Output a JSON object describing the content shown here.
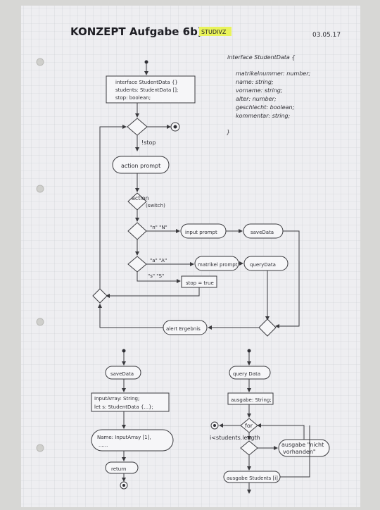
{
  "header": {
    "title": "KONZEPT Aufgabe 6b)",
    "tag": "STUDIVZ",
    "date": "03.05.17"
  },
  "interface_box": {
    "header": "interface StudentData {",
    "lines": [
      "matrikelnummer: number;",
      "name: string;",
      "vorname: string;",
      "alter: number;",
      "geschlecht: boolean;",
      "kommentar: string;"
    ],
    "close": "}"
  },
  "main_flow": {
    "init_lines": [
      "interface StudentData {}",
      "students: StudentData [];",
      "stop: boolean;"
    ],
    "not_stop": "!stop",
    "action_prompt": "action prompt",
    "action_label": "action",
    "switch_label": "(switch)",
    "case_n": "\"n\"  \"N\"",
    "input_prompt": "input prompt",
    "save_data": "saveData",
    "case_a": "\"a\"  \"A\"",
    "matrikel_prompt": "matrikel prompt",
    "query_data": "queryData",
    "case_s": "\"s\"  \"S\"",
    "stop_true": "stop = true",
    "alert": "alert Ergebnis"
  },
  "save_flow": {
    "title": "saveData",
    "box_lines": [
      "InputArray: String;",
      "let s: StudentData {...};"
    ],
    "name_lines": [
      "Name: InputArray [1],",
      "......"
    ],
    "return": "return"
  },
  "query_flow": {
    "title": "query Data",
    "ausgabe": "ausgabe: String;",
    "for": "for",
    "cond": "i<students.length",
    "nicht": [
      "ausgabe \"nicht",
      "vorhanden\""
    ],
    "result": "ausgabe Students [i]"
  }
}
